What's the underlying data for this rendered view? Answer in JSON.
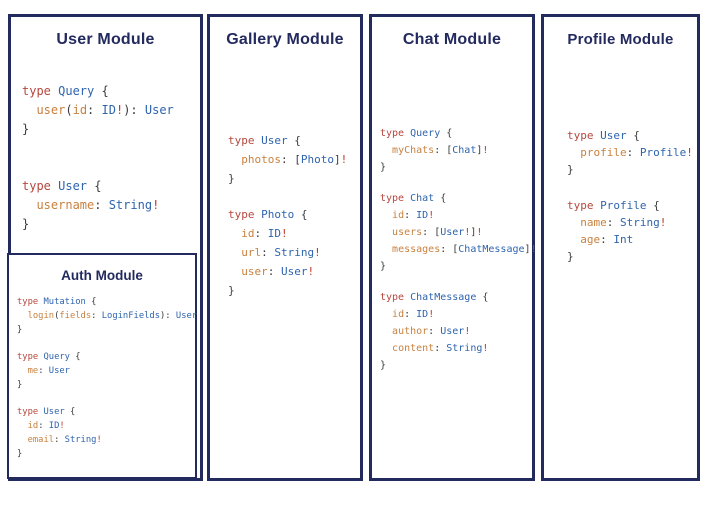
{
  "colors": {
    "navy": "#232a5e",
    "keyword": "#b5473d",
    "type": "#2e64ad",
    "field": "#c8813f",
    "punct": "#3b3b3b",
    "bang": "#c0392b"
  },
  "panels": [
    {
      "title": "User Module",
      "blocks": [
        [
          [
            [
              "k",
              "type "
            ],
            [
              "t",
              "Query"
            ],
            [
              "p",
              " {"
            ]
          ],
          [
            [
              "p",
              "  "
            ],
            [
              "f",
              "user"
            ],
            [
              "p",
              "("
            ],
            [
              "f",
              "id"
            ],
            [
              "p",
              ": "
            ],
            [
              "t",
              "ID"
            ],
            [
              "b",
              "!"
            ],
            [
              "p",
              "): "
            ],
            [
              "t",
              "User"
            ]
          ],
          [
            [
              "p",
              "}"
            ]
          ]
        ],
        [
          [
            [
              "k",
              "type "
            ],
            [
              "t",
              "User"
            ],
            [
              "p",
              " {"
            ]
          ],
          [
            [
              "p",
              "  "
            ],
            [
              "f",
              "username"
            ],
            [
              "p",
              ": "
            ],
            [
              "t",
              "String"
            ],
            [
              "b",
              "!"
            ]
          ],
          [
            [
              "p",
              "}"
            ]
          ]
        ]
      ]
    },
    {
      "title": "Gallery Module",
      "blocks": [
        [
          [
            [
              "k",
              "type "
            ],
            [
              "t",
              "User"
            ],
            [
              "p",
              " {"
            ]
          ],
          [
            [
              "p",
              "  "
            ],
            [
              "f",
              "photos"
            ],
            [
              "p",
              ": ["
            ],
            [
              "t",
              "Photo"
            ],
            [
              "p",
              "]"
            ],
            [
              "b",
              "!"
            ]
          ],
          [
            [
              "p",
              "}"
            ]
          ]
        ],
        [
          [
            [
              "k",
              "type "
            ],
            [
              "t",
              "Photo"
            ],
            [
              "p",
              " {"
            ]
          ],
          [
            [
              "p",
              "  "
            ],
            [
              "f",
              "id"
            ],
            [
              "p",
              ": "
            ],
            [
              "t",
              "ID"
            ],
            [
              "b",
              "!"
            ]
          ],
          [
            [
              "p",
              "  "
            ],
            [
              "f",
              "url"
            ],
            [
              "p",
              ": "
            ],
            [
              "t",
              "String"
            ],
            [
              "b",
              "!"
            ]
          ],
          [
            [
              "p",
              "  "
            ],
            [
              "f",
              "user"
            ],
            [
              "p",
              ": "
            ],
            [
              "t",
              "User"
            ],
            [
              "b",
              "!"
            ]
          ],
          [
            [
              "p",
              "}"
            ]
          ]
        ]
      ]
    },
    {
      "title": "Chat Module",
      "blocks": [
        [
          [
            [
              "k",
              "type "
            ],
            [
              "t",
              "Query"
            ],
            [
              "p",
              " {"
            ]
          ],
          [
            [
              "p",
              "  "
            ],
            [
              "f",
              "myChats"
            ],
            [
              "p",
              ": ["
            ],
            [
              "t",
              "Chat"
            ],
            [
              "p",
              "]"
            ],
            [
              "b",
              "!"
            ]
          ],
          [
            [
              "p",
              "}"
            ]
          ]
        ],
        [
          [
            [
              "k",
              "type "
            ],
            [
              "t",
              "Chat"
            ],
            [
              "p",
              " {"
            ]
          ],
          [
            [
              "p",
              "  "
            ],
            [
              "f",
              "id"
            ],
            [
              "p",
              ": "
            ],
            [
              "t",
              "ID"
            ],
            [
              "b",
              "!"
            ]
          ],
          [
            [
              "p",
              "  "
            ],
            [
              "f",
              "users"
            ],
            [
              "p",
              ": ["
            ],
            [
              "t",
              "User"
            ],
            [
              "b",
              "!"
            ],
            [
              "p",
              "]"
            ],
            [
              "b",
              "!"
            ]
          ],
          [
            [
              "p",
              "  "
            ],
            [
              "f",
              "messages"
            ],
            [
              "p",
              ": ["
            ],
            [
              "t",
              "ChatMessage"
            ],
            [
              "p",
              "]"
            ],
            [
              "b",
              "!"
            ]
          ],
          [
            [
              "p",
              "}"
            ]
          ]
        ],
        [
          [
            [
              "k",
              "type "
            ],
            [
              "t",
              "ChatMessage"
            ],
            [
              "p",
              " {"
            ]
          ],
          [
            [
              "p",
              "  "
            ],
            [
              "f",
              "id"
            ],
            [
              "p",
              ": "
            ],
            [
              "t",
              "ID"
            ],
            [
              "b",
              "!"
            ]
          ],
          [
            [
              "p",
              "  "
            ],
            [
              "f",
              "author"
            ],
            [
              "p",
              ": "
            ],
            [
              "t",
              "User"
            ],
            [
              "b",
              "!"
            ]
          ],
          [
            [
              "p",
              "  "
            ],
            [
              "f",
              "content"
            ],
            [
              "p",
              ": "
            ],
            [
              "t",
              "String"
            ],
            [
              "b",
              "!"
            ]
          ],
          [
            [
              "p",
              "}"
            ]
          ]
        ]
      ]
    },
    {
      "title": "Profile Module",
      "blocks": [
        [
          [
            [
              "k",
              "type "
            ],
            [
              "t",
              "User"
            ],
            [
              "p",
              " {"
            ]
          ],
          [
            [
              "p",
              "  "
            ],
            [
              "f",
              "profile"
            ],
            [
              "p",
              ": "
            ],
            [
              "t",
              "Profile"
            ],
            [
              "b",
              "!"
            ]
          ],
          [
            [
              "p",
              "}"
            ]
          ]
        ],
        [
          [
            [
              "k",
              "type "
            ],
            [
              "t",
              "Profile"
            ],
            [
              "p",
              " {"
            ]
          ],
          [
            [
              "p",
              "  "
            ],
            [
              "f",
              "name"
            ],
            [
              "p",
              ": "
            ],
            [
              "t",
              "String"
            ],
            [
              "b",
              "!"
            ]
          ],
          [
            [
              "p",
              "  "
            ],
            [
              "f",
              "age"
            ],
            [
              "p",
              ": "
            ],
            [
              "t",
              "Int"
            ]
          ],
          [
            [
              "p",
              "}"
            ]
          ]
        ]
      ]
    }
  ],
  "auth": {
    "title": "Auth Module",
    "blocks": [
      [
        [
          [
            "k",
            "type "
          ],
          [
            "t",
            "Mutation"
          ],
          [
            "p",
            " {"
          ]
        ],
        [
          [
            "p",
            "  "
          ],
          [
            "f",
            "login"
          ],
          [
            "p",
            "("
          ],
          [
            "f",
            "fields"
          ],
          [
            "p",
            ": "
          ],
          [
            "t",
            "LoginFields"
          ],
          [
            "p",
            "): "
          ],
          [
            "t",
            "User"
          ]
        ],
        [
          [
            "p",
            "}"
          ]
        ]
      ],
      [
        [
          [
            "k",
            "type "
          ],
          [
            "t",
            "Query"
          ],
          [
            "p",
            " {"
          ]
        ],
        [
          [
            "p",
            "  "
          ],
          [
            "f",
            "me"
          ],
          [
            "p",
            ": "
          ],
          [
            "t",
            "User"
          ]
        ],
        [
          [
            "p",
            "}"
          ]
        ]
      ],
      [
        [
          [
            "k",
            "type "
          ],
          [
            "t",
            "User"
          ],
          [
            "p",
            " {"
          ]
        ],
        [
          [
            "p",
            "  "
          ],
          [
            "f",
            "id"
          ],
          [
            "p",
            ": "
          ],
          [
            "t",
            "ID"
          ],
          [
            "b",
            "!"
          ]
        ],
        [
          [
            "p",
            "  "
          ],
          [
            "f",
            "email"
          ],
          [
            "p",
            ": "
          ],
          [
            "t",
            "String"
          ],
          [
            "b",
            "!"
          ]
        ],
        [
          [
            "p",
            "}"
          ]
        ]
      ]
    ]
  }
}
